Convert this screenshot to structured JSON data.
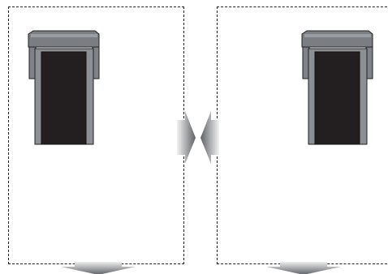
{
  "diagram": {
    "panels": [
      {
        "name": "left-clearance-zone",
        "machine_icon": "treadmill-icon",
        "machine_side": "left"
      },
      {
        "name": "right-clearance-zone",
        "machine_icon": "treadmill-icon",
        "machine_side": "right"
      }
    ],
    "arrows": [
      {
        "icon": "arrow-right-icon",
        "meaning": "inward"
      },
      {
        "icon": "arrow-left-icon",
        "meaning": "inward"
      },
      {
        "icon": "arrow-down-icon",
        "meaning": "rear"
      },
      {
        "icon": "arrow-down-icon",
        "meaning": "rear"
      }
    ],
    "colors": {
      "frame": "#8c8f94",
      "frame_dark": "#6b6e73",
      "belt": "#231f20",
      "outline": "#222222",
      "arrow_light": "#f2f2f2",
      "arrow_dark": "#5e6166"
    }
  }
}
